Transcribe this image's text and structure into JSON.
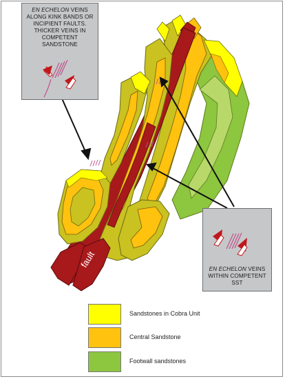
{
  "callout_top": {
    "prefix": "EN ECHELON",
    "text": " VEINS ALONG KINK BANDS OR INCIPIENT FAULTS. THICKER VEINS IN COMPETENT SANDSTONE"
  },
  "callout_bottom": {
    "prefix": "EN ECHELON",
    "text": " VEINS WITHIN COMPETENT SST"
  },
  "fault_label": "fault",
  "legend": [
    {
      "label": "Sandstones in Cobra Unit",
      "color": "#ffff00"
    },
    {
      "label": "Central Sandstone",
      "color": "#ffc20e"
    },
    {
      "label": "Footwall sandstones",
      "color": "#8dc63f"
    }
  ],
  "colors": {
    "fault": "#a8191b",
    "olive_body": "#c9c220",
    "callout_bg": "#c6c7c9"
  }
}
